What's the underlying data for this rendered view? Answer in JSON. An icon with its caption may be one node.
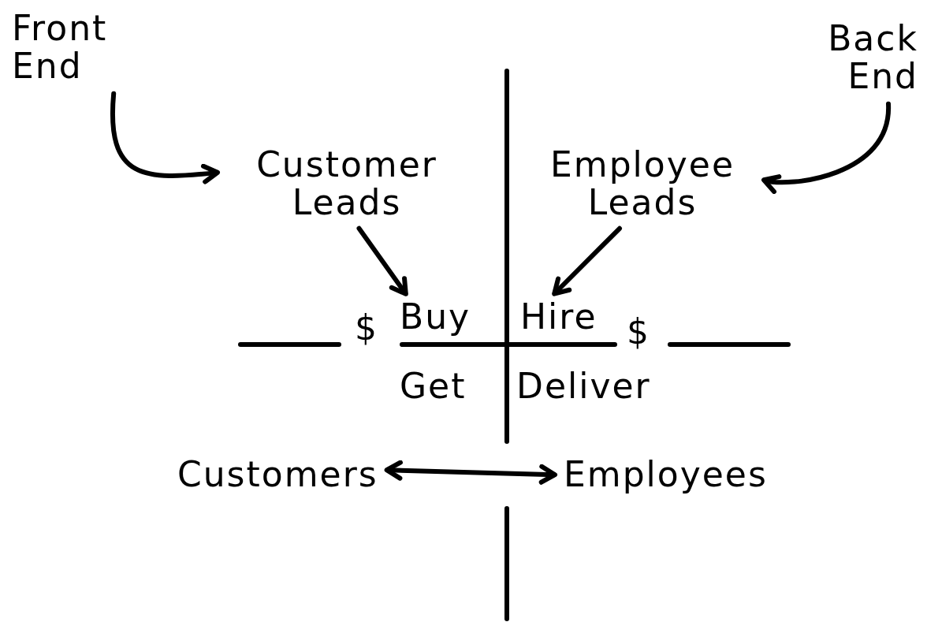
{
  "diagram": {
    "nodes": [
      {
        "text": [
          "Front End"
        ]
      },
      {
        "text": [
          "Back End"
        ]
      },
      {
        "text": [
          "Customer Leads"
        ]
      },
      {
        "text": [
          "Employee Leads"
        ]
      },
      {
        "text": [
          "Buy"
        ]
      },
      {
        "text": [
          "Hire"
        ]
      },
      {
        "text": [
          "Customers"
        ]
      },
      {
        "text": [
          "Employees"
        ]
      }
    ],
    "edges": [
      {
        "from": 0,
        "to": 2,
        "arrow": "to"
      },
      {
        "from": 1,
        "to": 3,
        "arrow": "to"
      },
      {
        "from": 2,
        "to": 4,
        "arrow": "to"
      },
      {
        "from": 3,
        "to": 5,
        "arrow": "to"
      },
      {
        "from": 6,
        "to": 7,
        "arrow": "both"
      }
    ],
    "labels": [
      "$",
      "$",
      "Get",
      "Deliver"
    ]
  }
}
